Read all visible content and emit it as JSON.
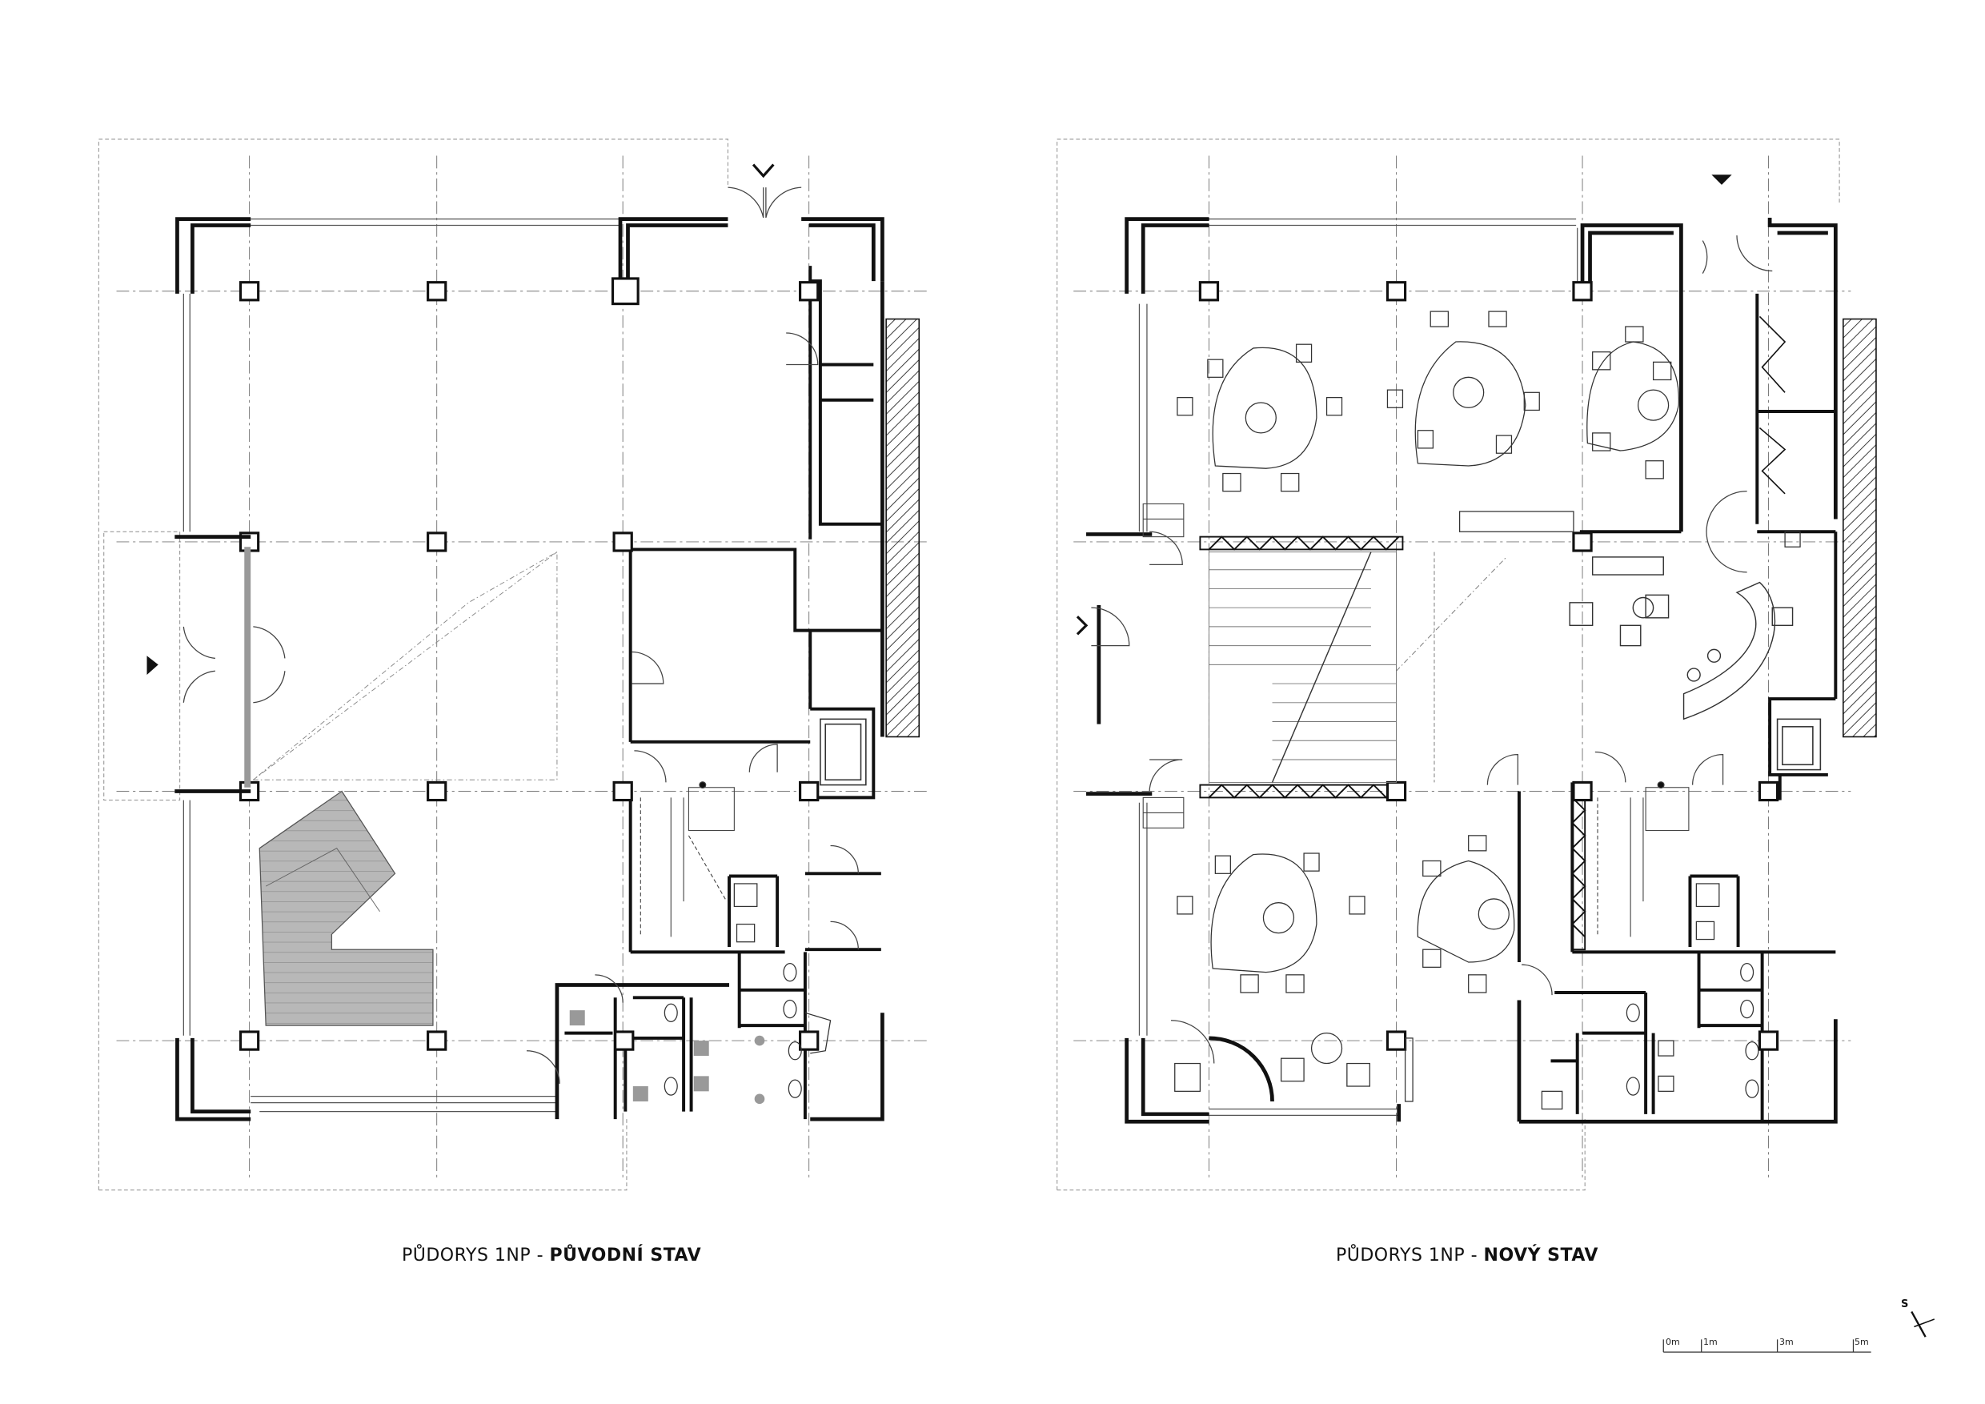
{
  "plans": [
    {
      "title_prefix": "PŮDORYS 1NP - ",
      "title_bold": "PŮVODNÍ STAV"
    },
    {
      "title_prefix": "PŮDORYS 1NP - ",
      "title_bold": "NOVÝ STAV"
    }
  ],
  "scale_bar": {
    "labels": [
      "0m",
      "1m",
      "3m",
      "5m"
    ]
  },
  "north_arrow": {
    "label": "S"
  },
  "colors": {
    "wall": "#111111",
    "grid": "#777777",
    "fill_grey": "#b5b5b5",
    "hatch": "#333333"
  }
}
